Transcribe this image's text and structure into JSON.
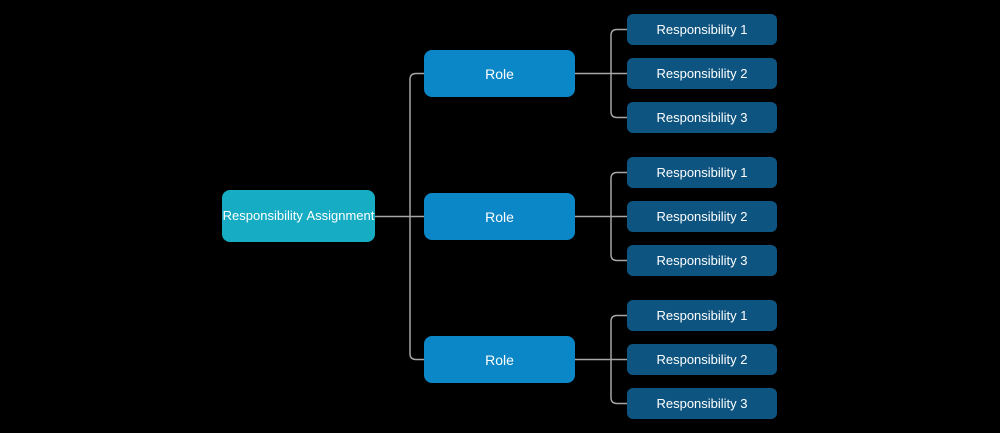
{
  "diagram": {
    "title": "Responsibility Assignment diagram",
    "root": {
      "label": "Responsibility Assignment",
      "color": "#16ACC4"
    },
    "roles": [
      {
        "label": "Role",
        "children": [
          {
            "label": "Responsibility 1"
          },
          {
            "label": "Responsibility 2"
          },
          {
            "label": "Responsibility 3"
          }
        ]
      },
      {
        "label": "Role",
        "children": [
          {
            "label": "Responsibility 1"
          },
          {
            "label": "Responsibility 2"
          },
          {
            "label": "Responsibility 3"
          }
        ]
      },
      {
        "label": "Role",
        "children": [
          {
            "label": "Responsibility 1"
          },
          {
            "label": "Responsibility 2"
          },
          {
            "label": "Responsibility 3"
          }
        ]
      }
    ],
    "colors": {
      "root_node": "#16ACC4",
      "role_node": "#0B86C6",
      "responsibility_node": "#0E5480",
      "connector": "#A6A6A6",
      "text": "#FFFFFF",
      "background": "#000000"
    }
  }
}
